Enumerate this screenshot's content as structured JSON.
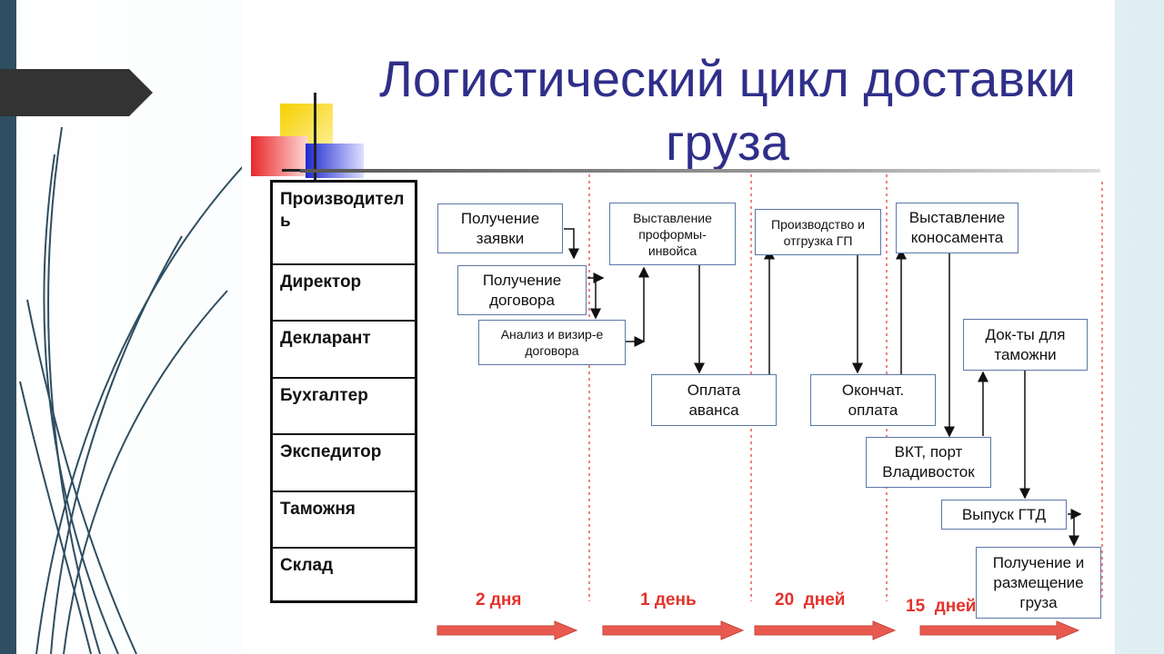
{
  "slide": {
    "title": "Логистический цикл доставки груза"
  },
  "roles": [
    "Производитель",
    "Директор",
    "Декларант",
    "Бухгалтер",
    "Экспедитор",
    "Таможня",
    "Склад"
  ],
  "boxes": {
    "get_request": "Получение\nзаявки",
    "get_contract": "Получение\nдоговора",
    "analyze_contract": "Анализ и визир-е\nдоговора",
    "proforma_invoice": "Выставление\nпроформы-\nинвойса",
    "advance_payment": "Оплата\nаванса",
    "production_shipment": "Производство и\nотгрузка ГП",
    "final_payment": "Окончат.\nоплата",
    "bill_of_lading": "Выставление\nконосамента",
    "customs_docs": "Док-ты для\nтаможни",
    "port_vladivostok": "ВКТ, порт\nВладивосток",
    "gtd_release": "Выпуск ГТД",
    "cargo_receipt": "Получение и\nразмещение\nгруза"
  },
  "durations": [
    "2 дня",
    "1 день",
    "20  дней",
    "15  дней"
  ],
  "colors": {
    "title": "#2f2f8a",
    "duration_text": "#e4322b",
    "timeline_arrow": "#e85a4f",
    "divider": "#e4322b",
    "box_border": "#5b78a8",
    "left_bar": "#2e4e61"
  }
}
